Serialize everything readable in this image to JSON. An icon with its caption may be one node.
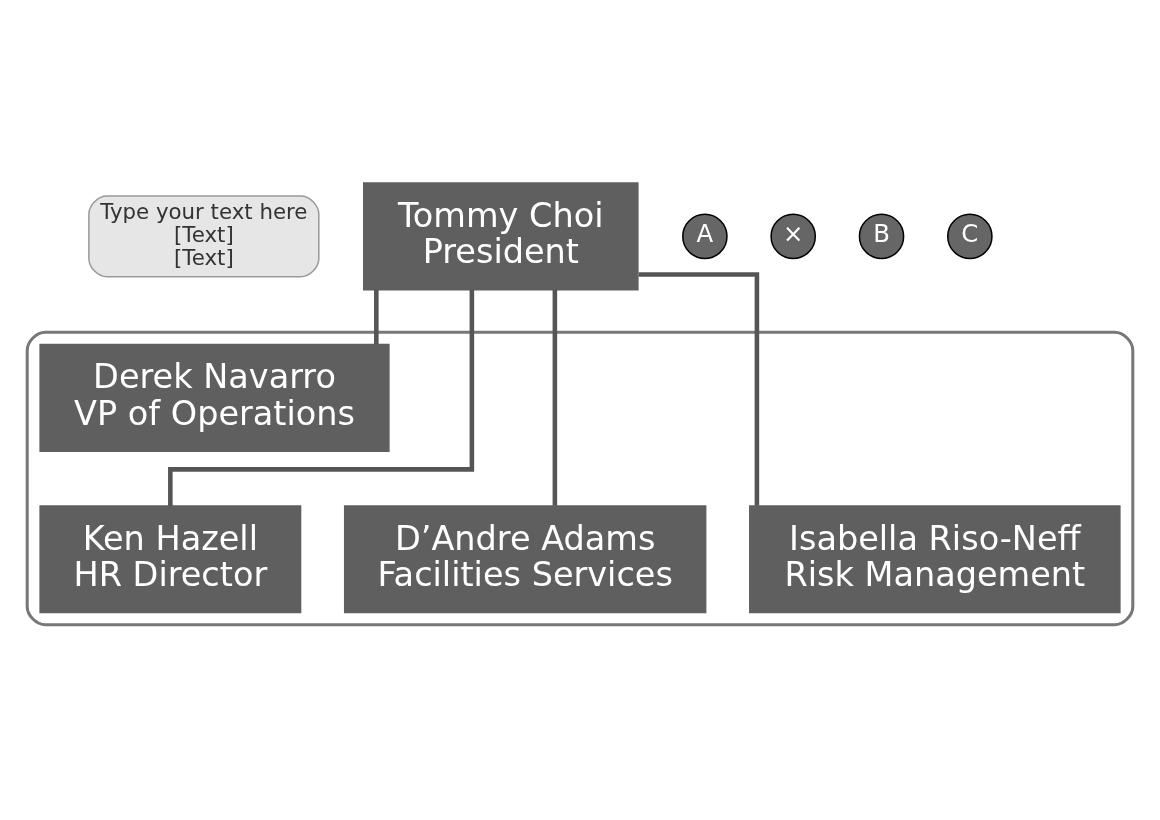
{
  "diagram": {
    "nodes": [
      {
        "text": [
          "Type your text here",
          "[Text]",
          "[Text]"
        ]
      },
      {
        "text": [
          "Tommy Choi",
          "President"
        ]
      },
      {
        "text": [],
        "shape": "box"
      },
      {
        "text": [
          "Derek Navarro",
          "VP of Operations"
        ],
        "in": 2
      },
      {
        "text": [
          "Isabella Riso-Neff",
          "Risk Management"
        ],
        "in": 2
      },
      {
        "text": [
          "Ken Hazell",
          "HR Director"
        ],
        "in": 2
      },
      {
        "text": [
          "D’Andre Adams",
          "Facilities Services"
        ],
        "in": 2
      }
    ],
    "edges": [
      {
        "from": 1,
        "to": 3,
        "arrow": "none"
      },
      {
        "from": 1,
        "to": 4,
        "arrow": "none"
      },
      {
        "from": 1,
        "to": 5,
        "arrow": "none"
      },
      {
        "from": 1,
        "to": 6,
        "arrow": "none"
      }
    ],
    "labels": [
      "A",
      "×",
      "B",
      "C"
    ]
  }
}
